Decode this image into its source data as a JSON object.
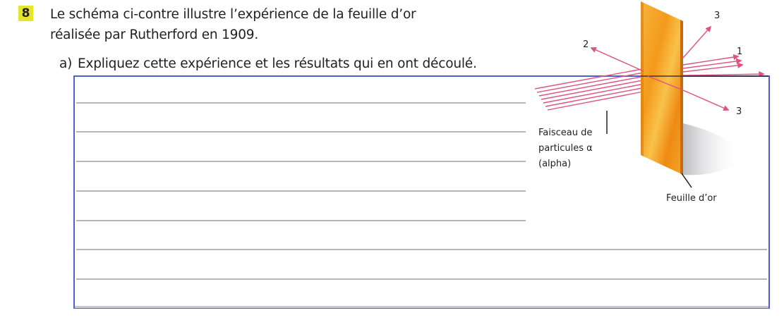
{
  "question": {
    "number": "8",
    "line1": "Le schéma ci-contre illustre l’expérience de la feuille d’or",
    "line2": "réalisée par Rutherford en 1909.",
    "part_letter": "a)",
    "part_text": "Expliquez cette expérience et les résultats qui en ont découlé."
  },
  "diagram": {
    "ray_labels": {
      "r1": "1",
      "r2": "2",
      "r3_top": "3",
      "r3_bottom": "3"
    },
    "beam_label": [
      "Faisceau de",
      "particules α",
      "(alpha)"
    ],
    "foil_label": "Feuille d’or",
    "colors": {
      "ray": "#e0527e",
      "foil": "#f29f1b",
      "foil_dark": "#e57f12",
      "box_border": "#4f5fcf"
    }
  }
}
